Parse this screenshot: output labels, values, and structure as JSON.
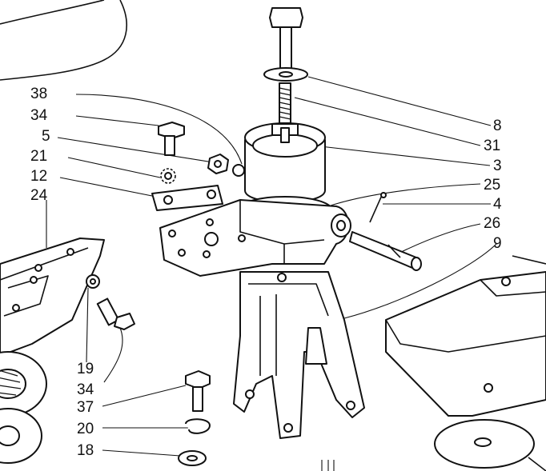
{
  "callouts": {
    "c38": "38",
    "c34a": "34",
    "c5": "5",
    "c21": "21",
    "c12": "12",
    "c24": "24",
    "c19": "19",
    "c34b": "34",
    "c37": "37",
    "c20": "20",
    "c18": "18",
    "c8": "8",
    "c31": "31",
    "c3": "3",
    "c25": "25",
    "c4": "4",
    "c26": "26",
    "c9": "9"
  }
}
